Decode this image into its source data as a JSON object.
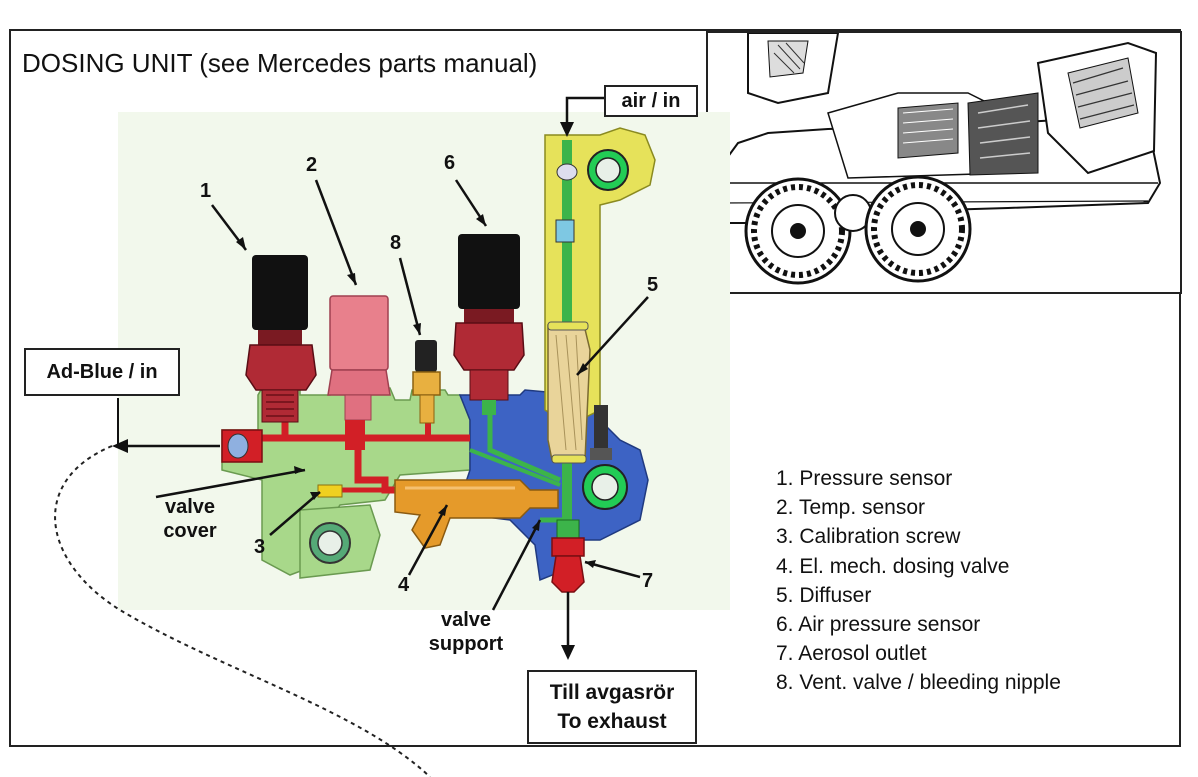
{
  "title": "DOSING UNIT  (see Mercedes parts manual)",
  "boxes": {
    "air_in": "air / in",
    "adblue_in": "Ad-Blue / in",
    "exhaust_line1": "Till avgasrör",
    "exhaust_line2": "To exhaust"
  },
  "labels": {
    "valve_cover_1": "valve",
    "valve_cover_2": "cover",
    "valve_support_1": "valve",
    "valve_support_2": "support"
  },
  "callouts": [
    "1",
    "2",
    "3",
    "4",
    "5",
    "6",
    "7",
    "8"
  ],
  "legend": [
    "1. Pressure sensor",
    "2. Temp. sensor",
    "3. Calibration screw",
    "4. El. mech. dosing valve",
    "5. Diffuser",
    "6. Air pressure sensor",
    "7. Aerosol outlet",
    "8. Vent. valve / bleeding nipple"
  ],
  "colors": {
    "body_green": "#a8d88a",
    "body_blue": "#3d63c4",
    "sensor_red": "#b02a35",
    "sensor_black": "#111111",
    "temp_pink": "#e8808c",
    "dosing_orange": "#e59a2a",
    "diffuser_yellow": "#e6e25a",
    "background_panel": "#f2f8ec"
  }
}
